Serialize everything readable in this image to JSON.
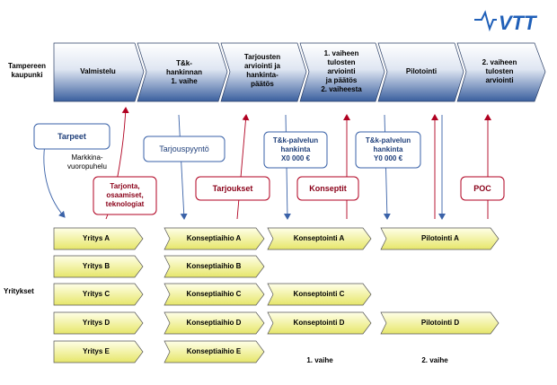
{
  "logo": {
    "text": "VTT",
    "color": "#1f5fb8"
  },
  "colors": {
    "blue": "#3a62a8",
    "red": "#b00020",
    "yellow_light": "#ffffe0",
    "yellow_dark": "#e8e870",
    "stage_light": "#ffffff",
    "stage_dark": "#3a5f9e"
  },
  "left_labels": {
    "city": "Tampereen kaupunki",
    "companies": "Yritykset"
  },
  "stages": [
    "Valmistelu",
    "T&k-\nhankinnan\n1. vaihe",
    "Tarjousten\narviointi ja\nhankinta-\npäätös",
    "1. vaiheen\ntulosten\narviointi\nja päätös\n2. vaiheesta",
    "Pilotointi",
    "2. vaiheen\ntulosten\narviointi"
  ],
  "callouts": {
    "tarpeet": "Tarpeet",
    "markkina": "Markkina-\nvuoropuhelu",
    "tarjonta": "Tarjonta,\nosaamiset,\nteknologiat",
    "tarjouspyynto": "Tarjouspyyntö",
    "tarjoukset": "Tarjoukset",
    "tk_x": "T&k-palvelun\nhankinta\nX0 000 €",
    "konseptit": "Konseptit",
    "tk_y": "T&k-palvelun\nhankinta\nY0 000 €",
    "poc": "POC"
  },
  "companies": [
    "Yritys A",
    "Yritys B",
    "Yritys C",
    "Yritys D",
    "Yritys E"
  ],
  "concept_plans": [
    "Konseptiaihio A",
    "Konseptiaihio B",
    "Konseptiaihio C",
    "Konseptiaihio D",
    "Konseptiaihio E"
  ],
  "concepts": [
    "Konseptointi A",
    "Konseptointi C",
    "Konseptointi D"
  ],
  "pilots": [
    "Pilotointi A",
    "Pilotointi D"
  ],
  "phase_labels": {
    "phase1": "1. vaihe",
    "phase2": "2. vaihe"
  }
}
